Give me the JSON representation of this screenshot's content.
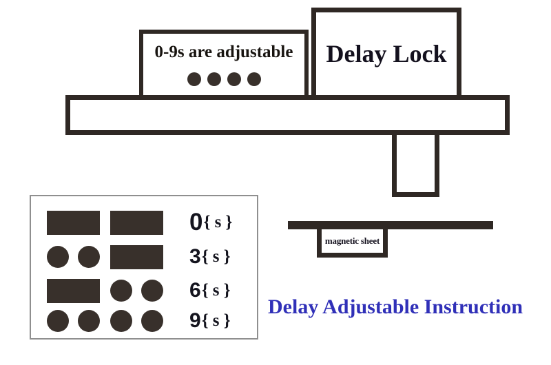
{
  "title": "Delay Adjustable Instruction",
  "colors": {
    "ink": "#2f2824",
    "shape_fill": "#38302b",
    "panel_border": "#8f8f8f",
    "title_blue": "#3030b8"
  },
  "device": {
    "adjustable_label": "0-9s are adjustable",
    "adjustable_dots_count": 4,
    "lock_label": "Delay Lock"
  },
  "magnetic_sheet": {
    "label": "magnetic sheet"
  },
  "delay_table": {
    "rows": [
      {
        "digit": "0",
        "suffix": "{ s }",
        "shapes": [
          "bar",
          "bar"
        ]
      },
      {
        "digit": "3",
        "suffix": "{ s }",
        "shapes": [
          "dots",
          "bar"
        ]
      },
      {
        "digit": "6",
        "suffix": "{ s }",
        "shapes": [
          "bar",
          "dots"
        ]
      },
      {
        "digit": "9",
        "suffix": "{ s }",
        "shapes": [
          "dots",
          "dots"
        ]
      }
    ]
  }
}
